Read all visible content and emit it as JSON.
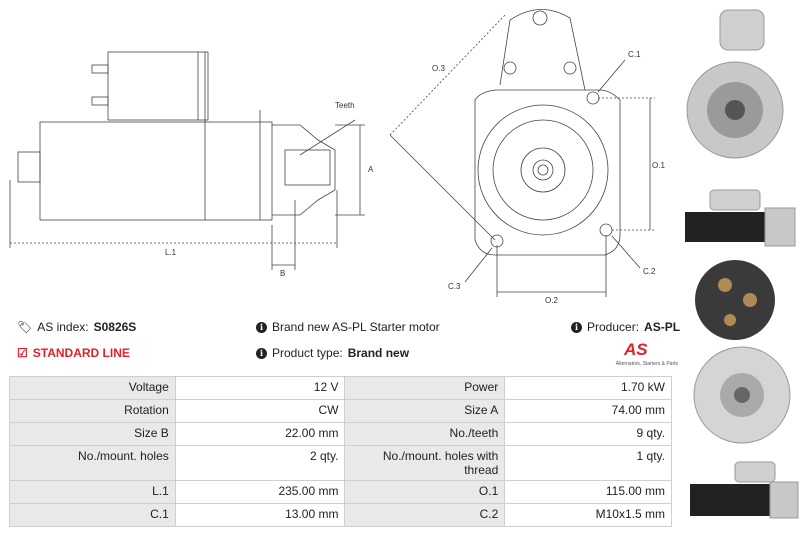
{
  "diagram": {
    "labels": {
      "teeth": "Teeth",
      "a": "A",
      "b": "B",
      "l1": "L.1",
      "o3": "O.3",
      "c1": "C.1",
      "o1": "O.1",
      "c3": "C.3",
      "c2": "C.2",
      "o2": "O.2"
    }
  },
  "info": {
    "as_index_label": "AS index:",
    "as_index_value": "S0826S",
    "standard_line": "STANDARD LINE",
    "brand_new_text": "Brand new AS-PL Starter motor",
    "product_type_label": "Product type:",
    "product_type_value": "Brand new",
    "producer_label": "Producer:",
    "producer_value": "AS-PL",
    "logo_text": "AS",
    "logo_tagline": "Alternators, Starters & Parts"
  },
  "specs": [
    {
      "l1": "Voltage",
      "v1": "12 V",
      "l2": "Power",
      "v2": "1.70 kW"
    },
    {
      "l1": "Rotation",
      "v1": "CW",
      "l2": "Size A",
      "v2": "74.00 mm"
    },
    {
      "l1": "Size B",
      "v1": "22.00 mm",
      "l2": "No./teeth",
      "v2": "9 qty."
    },
    {
      "l1": "No./mount. holes",
      "v1": "2 qty.",
      "l2": "No./mount. holes with thread",
      "v2": "1 qty."
    },
    {
      "l1": "L.1",
      "v1": "235.00 mm",
      "l2": "O.1",
      "v2": "115.00 mm"
    },
    {
      "l1": "C.1",
      "v1": "13.00 mm",
      "l2": "C.2",
      "v2": "M10x1.5 mm"
    }
  ],
  "colors": {
    "accent_red": "#e0202a",
    "header_bg": "#e9e9e9"
  }
}
